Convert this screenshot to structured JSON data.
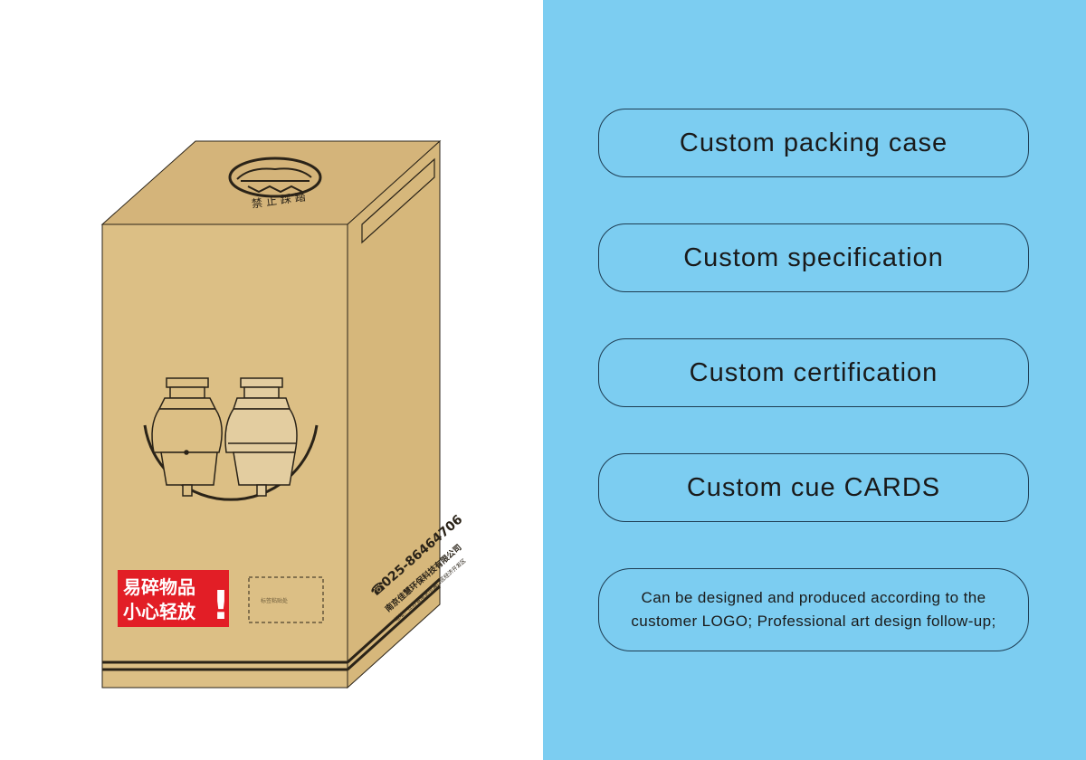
{
  "box": {
    "top_text": "禁止踩踏",
    "fragile_line1": "易碎物品",
    "fragile_line2": "小心轻放",
    "fragile_mark": "!",
    "phone": "025-86464706",
    "company_name": "南京佳慧环保科技有限公司",
    "company_address": "地址：江苏省南京市浦口区经济开发区",
    "label_box_text": "标签粘贴处"
  },
  "features": [
    {
      "label": "Custom packing case"
    },
    {
      "label": "Custom specification"
    },
    {
      "label": "Custom certification"
    },
    {
      "label": "Custom cue CARDS"
    }
  ],
  "description": {
    "line1": "Can be designed and produced according to the",
    "line2": "customer LOGO; Professional art design follow-up;"
  },
  "colors": {
    "right_background": "#7ccdf1",
    "cardboard_front": "#dcbf85",
    "cardboard_side": "#d6b77b",
    "cardboard_top": "#d4b47a",
    "fragile_red": "#e21e26",
    "outline": "#2a2318"
  }
}
